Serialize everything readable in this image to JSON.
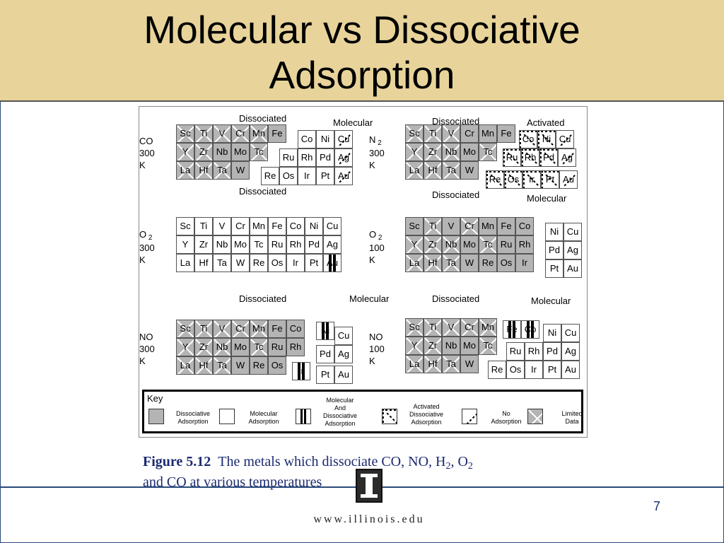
{
  "slide": {
    "title_line1": "Molecular vs Dissociative",
    "title_line2": "Adsorption",
    "page_number": "7",
    "url": "www.illinois.edu"
  },
  "caption": {
    "figure_label": "Figure 5.12",
    "text_part1": "The metals which dissociate CO, NO, H",
    "sub1": "2",
    "text_part2": ", O",
    "sub2": "2",
    "text_line2": "and CO at various temperatures"
  },
  "legend_codes": {
    "D": "dissociative",
    "M": "molecular",
    "B": "molecular-and-dissociative",
    "A": "activated-dissociative",
    "N": "no-adsorption",
    "X": "limited-data"
  },
  "panels": [
    {
      "id": "co-300",
      "gas": "CO",
      "subscript": "",
      "temp_value": "300",
      "temp_unit": "K",
      "labels": [
        {
          "key": "d",
          "text": "Dissociated"
        },
        {
          "key": "m",
          "text": "Molecular"
        }
      ],
      "cells": [
        {
          "el": "Sc",
          "s": "X"
        },
        {
          "el": "Ti",
          "s": "X"
        },
        {
          "el": "V",
          "s": "X"
        },
        {
          "el": "Cr",
          "s": "X"
        },
        {
          "el": "Mn",
          "s": "X"
        },
        {
          "el": "Fe",
          "s": "D"
        },
        {
          "el": "Co",
          "s": "M"
        },
        {
          "el": "Ni",
          "s": "M"
        },
        {
          "el": "Cu",
          "s": "N"
        },
        {
          "el": "Y",
          "s": "X"
        },
        {
          "el": "Zr",
          "s": "X"
        },
        {
          "el": "Nb",
          "s": "D"
        },
        {
          "el": "Mo",
          "s": "D"
        },
        {
          "el": "Tc",
          "s": "X"
        },
        {
          "el": "Ru",
          "s": "M"
        },
        {
          "el": "Rh",
          "s": "M"
        },
        {
          "el": "Pd",
          "s": "M"
        },
        {
          "el": "Ag",
          "s": "N"
        },
        {
          "el": "La",
          "s": "X"
        },
        {
          "el": "Hf",
          "s": "X"
        },
        {
          "el": "Ta",
          "s": "X"
        },
        {
          "el": "W",
          "s": "D"
        },
        {
          "el": "Re",
          "s": "M"
        },
        {
          "el": "Os",
          "s": "M"
        },
        {
          "el": "Ir",
          "s": "M"
        },
        {
          "el": "Pt",
          "s": "M"
        },
        {
          "el": "Au",
          "s": "N"
        }
      ]
    },
    {
      "id": "n2-300",
      "gas": "N",
      "subscript": "2",
      "temp_value": "300",
      "temp_unit": "K",
      "labels": [
        {
          "key": "d",
          "text": "Dissociated"
        },
        {
          "key": "a",
          "text": "Activated"
        }
      ],
      "cells": [
        {
          "el": "Sc",
          "s": "X"
        },
        {
          "el": "Ti",
          "s": "X"
        },
        {
          "el": "V",
          "s": "X"
        },
        {
          "el": "Cr",
          "s": "D"
        },
        {
          "el": "Mn",
          "s": "D"
        },
        {
          "el": "Fe",
          "s": "D"
        },
        {
          "el": "Co",
          "s": "A"
        },
        {
          "el": "Ni",
          "s": "A"
        },
        {
          "el": "Cu",
          "s": "N"
        },
        {
          "el": "Y",
          "s": "X"
        },
        {
          "el": "Zr",
          "s": "X"
        },
        {
          "el": "Nb",
          "s": "X"
        },
        {
          "el": "Mo",
          "s": "D"
        },
        {
          "el": "Tc",
          "s": "X"
        },
        {
          "el": "Ru",
          "s": "A"
        },
        {
          "el": "Rh",
          "s": "A"
        },
        {
          "el": "Pd",
          "s": "A"
        },
        {
          "el": "Ag",
          "s": "N"
        },
        {
          "el": "La",
          "s": "X"
        },
        {
          "el": "Hf",
          "s": "X"
        },
        {
          "el": "Ta",
          "s": "X"
        },
        {
          "el": "W",
          "s": "D"
        },
        {
          "el": "Re",
          "s": "A"
        },
        {
          "el": "Os",
          "s": "A"
        },
        {
          "el": "Ir",
          "s": "A"
        },
        {
          "el": "Pt",
          "s": "A"
        },
        {
          "el": "Au",
          "s": "N"
        }
      ]
    },
    {
      "id": "o2-300",
      "gas": "O",
      "subscript": "2",
      "temp_value": "300",
      "temp_unit": "K",
      "labels": [
        {
          "key": "d",
          "text": "Dissociated"
        }
      ],
      "cells": [
        {
          "el": "Sc",
          "s": "M"
        },
        {
          "el": "Ti",
          "s": "M"
        },
        {
          "el": "V",
          "s": "M"
        },
        {
          "el": "Cr",
          "s": "M"
        },
        {
          "el": "Mn",
          "s": "M"
        },
        {
          "el": "Fe",
          "s": "M"
        },
        {
          "el": "Co",
          "s": "M"
        },
        {
          "el": "Ni",
          "s": "M"
        },
        {
          "el": "Cu",
          "s": "M"
        },
        {
          "el": "Y",
          "s": "M"
        },
        {
          "el": "Zr",
          "s": "M"
        },
        {
          "el": "Nb",
          "s": "M"
        },
        {
          "el": "Mo",
          "s": "M"
        },
        {
          "el": "Tc",
          "s": "M"
        },
        {
          "el": "Ru",
          "s": "M"
        },
        {
          "el": "Rh",
          "s": "M"
        },
        {
          "el": "Pd",
          "s": "M"
        },
        {
          "el": "Ag",
          "s": "M"
        },
        {
          "el": "La",
          "s": "M"
        },
        {
          "el": "Hf",
          "s": "M"
        },
        {
          "el": "Ta",
          "s": "M"
        },
        {
          "el": "W",
          "s": "M"
        },
        {
          "el": "Re",
          "s": "M"
        },
        {
          "el": "Os",
          "s": "M"
        },
        {
          "el": "Ir",
          "s": "M"
        },
        {
          "el": "Pt",
          "s": "M"
        },
        {
          "el": "Au",
          "s": "B"
        }
      ]
    },
    {
      "id": "o2-100",
      "gas": "O",
      "subscript": "2",
      "temp_value": "100",
      "temp_unit": "K",
      "labels": [
        {
          "key": "d",
          "text": "Dissociated"
        },
        {
          "key": "m",
          "text": "Molecular"
        }
      ],
      "cells": [
        {
          "el": "Sc",
          "s": "D"
        },
        {
          "el": "Ti",
          "s": "X"
        },
        {
          "el": "V",
          "s": "D"
        },
        {
          "el": "Cr",
          "s": "X"
        },
        {
          "el": "Mn",
          "s": "D"
        },
        {
          "el": "Fe",
          "s": "D"
        },
        {
          "el": "Co",
          "s": "D"
        },
        {
          "el": "Ni",
          "s": "M"
        },
        {
          "el": "Cu",
          "s": "M"
        },
        {
          "el": "Y",
          "s": "X"
        },
        {
          "el": "Zr",
          "s": "X"
        },
        {
          "el": "Nb",
          "s": "X"
        },
        {
          "el": "Mo",
          "s": "D"
        },
        {
          "el": "Tc",
          "s": "X"
        },
        {
          "el": "Ru",
          "s": "D"
        },
        {
          "el": "Rh",
          "s": "D"
        },
        {
          "el": "Pd",
          "s": "M"
        },
        {
          "el": "Ag",
          "s": "M"
        },
        {
          "el": "La",
          "s": "X"
        },
        {
          "el": "Hf",
          "s": "X"
        },
        {
          "el": "Ta",
          "s": "X"
        },
        {
          "el": "W",
          "s": "D"
        },
        {
          "el": "Re",
          "s": "D"
        },
        {
          "el": "Os",
          "s": "D"
        },
        {
          "el": "Ir",
          "s": "D"
        },
        {
          "el": "Pt",
          "s": "M"
        },
        {
          "el": "Au",
          "s": "M"
        }
      ]
    },
    {
      "id": "no-300",
      "gas": "NO",
      "subscript": "",
      "temp_value": "300",
      "temp_unit": "K",
      "labels": [
        {
          "key": "d",
          "text": "Dissociated"
        },
        {
          "key": "m",
          "text": "Molecular"
        }
      ],
      "cells": [
        {
          "el": "Sc",
          "s": "X"
        },
        {
          "el": "Ti",
          "s": "X"
        },
        {
          "el": "V",
          "s": "X"
        },
        {
          "el": "Cr",
          "s": "X"
        },
        {
          "el": "Mn",
          "s": "X"
        },
        {
          "el": "Fe",
          "s": "D"
        },
        {
          "el": "Co",
          "s": "D"
        },
        {
          "el": "Ni",
          "s": "B"
        },
        {
          "el": "Cu",
          "s": "M"
        },
        {
          "el": "Y",
          "s": "X"
        },
        {
          "el": "Zr",
          "s": "X"
        },
        {
          "el": "Nb",
          "s": "X"
        },
        {
          "el": "Mo",
          "s": "D"
        },
        {
          "el": "Tc",
          "s": "X"
        },
        {
          "el": "Ru",
          "s": "D"
        },
        {
          "el": "Rh",
          "s": "D"
        },
        {
          "el": "Pd",
          "s": "M"
        },
        {
          "el": "Ag",
          "s": "M"
        },
        {
          "el": "La",
          "s": "X"
        },
        {
          "el": "Hf",
          "s": "X"
        },
        {
          "el": "Ta",
          "s": "X"
        },
        {
          "el": "W",
          "s": "D"
        },
        {
          "el": "Re",
          "s": "D"
        },
        {
          "el": "Os",
          "s": "D"
        },
        {
          "el": "Ir",
          "s": "B"
        },
        {
          "el": "Pt",
          "s": "M"
        },
        {
          "el": "Au",
          "s": "M"
        }
      ]
    },
    {
      "id": "no-100",
      "gas": "NO",
      "subscript": "",
      "temp_value": "100",
      "temp_unit": "K",
      "labels": [
        {
          "key": "d",
          "text": "Dissociated"
        },
        {
          "key": "m",
          "text": "Molecular"
        }
      ],
      "cells": [
        {
          "el": "Sc",
          "s": "X"
        },
        {
          "el": "Ti",
          "s": "X"
        },
        {
          "el": "V",
          "s": "X"
        },
        {
          "el": "Cr",
          "s": "X"
        },
        {
          "el": "Mn",
          "s": "X"
        },
        {
          "el": "Fe",
          "s": "B"
        },
        {
          "el": "Co",
          "s": "B"
        },
        {
          "el": "Ni",
          "s": "M"
        },
        {
          "el": "Cu",
          "s": "M"
        },
        {
          "el": "Y",
          "s": "X"
        },
        {
          "el": "Zr",
          "s": "X"
        },
        {
          "el": "Nb",
          "s": "D"
        },
        {
          "el": "Mo",
          "s": "D"
        },
        {
          "el": "Tc",
          "s": "X"
        },
        {
          "el": "Ru",
          "s": "M"
        },
        {
          "el": "Rh",
          "s": "M"
        },
        {
          "el": "Pd",
          "s": "M"
        },
        {
          "el": "Ag",
          "s": "M"
        },
        {
          "el": "La",
          "s": "X"
        },
        {
          "el": "Hf",
          "s": "X"
        },
        {
          "el": "Ta",
          "s": "X"
        },
        {
          "el": "W",
          "s": "D"
        },
        {
          "el": "Re",
          "s": "M"
        },
        {
          "el": "Os",
          "s": "M"
        },
        {
          "el": "Ir",
          "s": "M"
        },
        {
          "el": "Pt",
          "s": "M"
        },
        {
          "el": "Au",
          "s": "M"
        }
      ]
    }
  ],
  "key": {
    "title": "Key",
    "items": [
      {
        "code": "D",
        "label_lines": [
          "Dissociative",
          "Adsorption"
        ]
      },
      {
        "code": "M",
        "label_lines": [
          "Molecular",
          "Adsorption"
        ]
      },
      {
        "code": "B",
        "label_lines": [
          "Molecular",
          "And",
          "Dissociative",
          "Adsorption"
        ]
      },
      {
        "code": "A",
        "label_lines": [
          "Activated",
          "Dissociative",
          "Adsorption"
        ]
      },
      {
        "code": "N",
        "label_lines": [
          "No",
          "Adsorption"
        ]
      },
      {
        "code": "X",
        "label_lines": [
          "Limited",
          "Data"
        ]
      }
    ]
  }
}
